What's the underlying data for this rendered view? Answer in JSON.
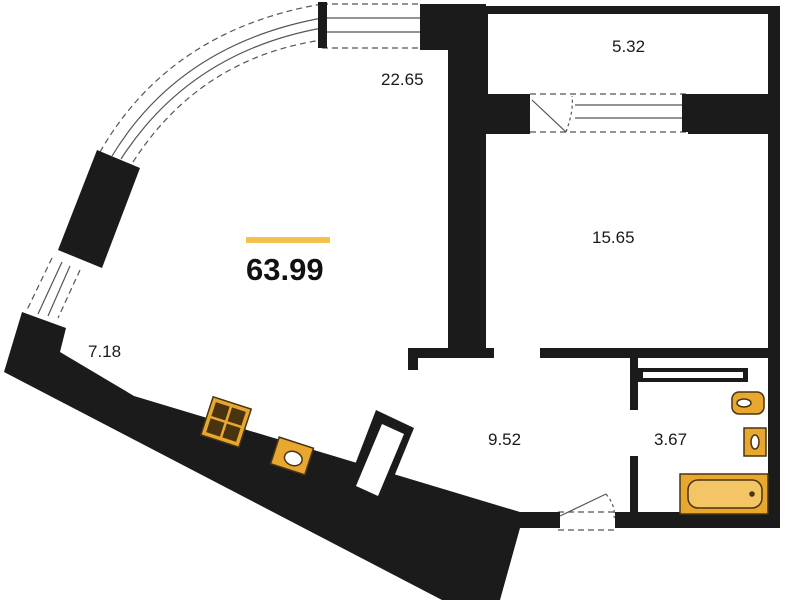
{
  "plan": {
    "total_area": "63.99",
    "rooms": {
      "living_kitchen": "22.65",
      "balcony": "5.32",
      "bedroom": "15.65",
      "kitchen_zone": "7.18",
      "hallway": "9.52",
      "bathroom": "3.67"
    }
  },
  "colors": {
    "wall": "#1b1b1b",
    "accent": "#f2c14e",
    "fixture_fill": "#e8a82f",
    "fixture_stroke": "#4a3410",
    "dashed": "#555555"
  }
}
